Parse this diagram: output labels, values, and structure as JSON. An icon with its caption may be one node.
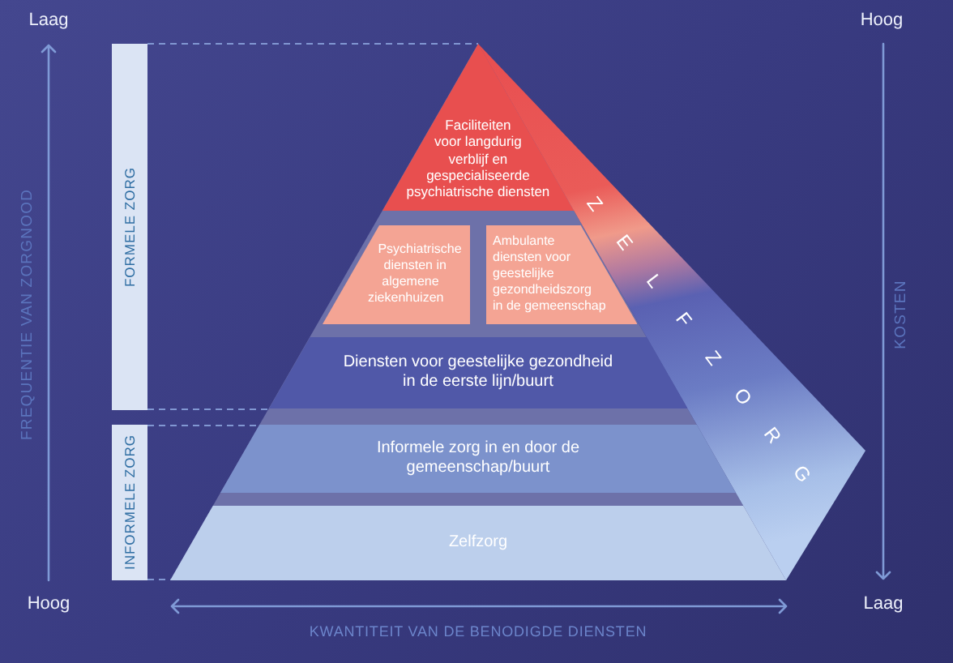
{
  "diagram": {
    "nodes": [
      {
        "text": [
          "Faciliteiten voor langdurig verblijf en gespecialiseerde psychiatrische diensten"
        ]
      },
      {
        "text": [
          "Psychiatrische diensten in algemene ziekenhuizen"
        ]
      },
      {
        "text": [
          "Ambulante diensten voor geestelijke gezondheidszorg in de gemeenschap"
        ]
      },
      {
        "text": [
          "ZELFZORG"
        ]
      },
      {
        "text": [
          "Diensten voor geestelijke gezondheid in de eerste lijn/buurt"
        ]
      },
      {
        "text": [
          "Informele zorg in en door de gemeenschap/buurt"
        ]
      },
      {
        "text": [
          "Zelfzorg"
        ]
      },
      {
        "text": [
          "FORMELE ZORG"
        ]
      },
      {
        "text": [
          "INFORMELE ZORG"
        ]
      }
    ],
    "edges": [
      {
        "from": 7,
        "to": 0,
        "arrow": "none",
        "style": "dashed"
      },
      {
        "from": 7,
        "to": 4,
        "arrow": "none",
        "style": "dashed"
      },
      {
        "from": 8,
        "to": 5,
        "arrow": "none",
        "style": "dashed"
      },
      {
        "from": 8,
        "to": 6,
        "arrow": "none",
        "style": "dashed"
      }
    ],
    "labels": [
      "Laag",
      "Hoog",
      "FREQUENTIE VAN ZORGNOOD",
      "KOSTEN",
      "Hoog",
      "Laag",
      "KWANTITEIT VAN DE BENODIGDE DIENSTEN"
    ]
  }
}
